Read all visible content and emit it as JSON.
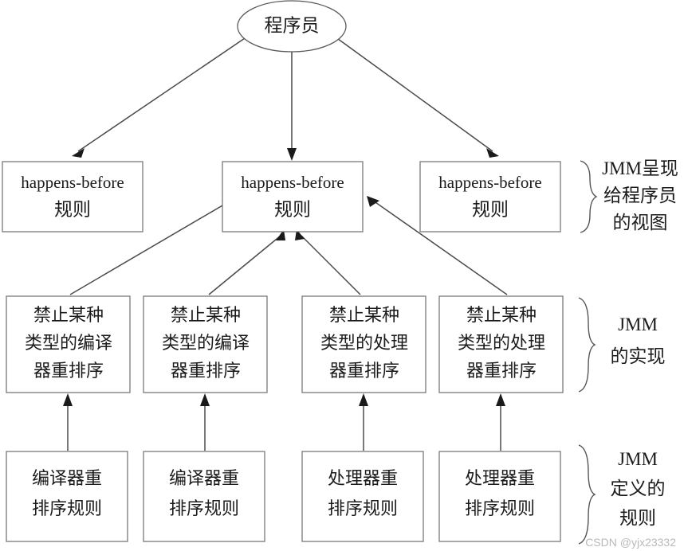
{
  "diagram": {
    "title_node": {
      "id": "programmer",
      "label": "程序员",
      "shape": "ellipse"
    },
    "row_happens_before": {
      "label_line1": "happens-before",
      "label_line2": "规则",
      "boxes": [
        {
          "id": "hb-left",
          "label_line1": "happens-before",
          "label_line2": "规则"
        },
        {
          "id": "hb-center",
          "label_line1": "happens-before",
          "label_line2": "规则"
        },
        {
          "id": "hb-right",
          "label_line1": "happens-before",
          "label_line2": "规则"
        }
      ]
    },
    "row_forbid": {
      "boxes": [
        {
          "id": "forbid-compiler-1",
          "line1": "禁止某种",
          "line2": "类型的编译",
          "line3": "器重排序"
        },
        {
          "id": "forbid-compiler-2",
          "line1": "禁止某种",
          "line2": "类型的编译",
          "line3": "器重排序"
        },
        {
          "id": "forbid-processor-1",
          "line1": "禁止某种",
          "line2": "类型的处理",
          "line3": "器重排序"
        },
        {
          "id": "forbid-processor-2",
          "line1": "禁止某种",
          "line2": "类型的处理",
          "line3": "器重排序"
        }
      ]
    },
    "row_rules": {
      "boxes": [
        {
          "id": "rule-compiler-1",
          "line1": "编译器重",
          "line2": "排序规则"
        },
        {
          "id": "rule-compiler-2",
          "line1": "编译器重",
          "line2": "排序规则"
        },
        {
          "id": "rule-processor-1",
          "line1": "处理器重",
          "line2": "排序规则"
        },
        {
          "id": "rule-processor-2",
          "line1": "处理器重",
          "line2": "排序规则"
        }
      ]
    },
    "annotations": [
      {
        "id": "annot-view",
        "lines": [
          "JMM呈现",
          "给程序员",
          "的视图"
        ]
      },
      {
        "id": "annot-implementation",
        "lines": [
          "JMM",
          "的实现"
        ]
      },
      {
        "id": "annot-defined-rules",
        "lines": [
          "JMM",
          "定义的",
          "规则"
        ]
      }
    ],
    "watermark": "CSDN @yjx23332",
    "colors": {
      "background": "#ffffff",
      "box_stroke": "#6e6e6e",
      "edge_stroke": "#4a4a4a",
      "text": "#1b1b1b",
      "watermark": "#b9b9b9"
    }
  }
}
